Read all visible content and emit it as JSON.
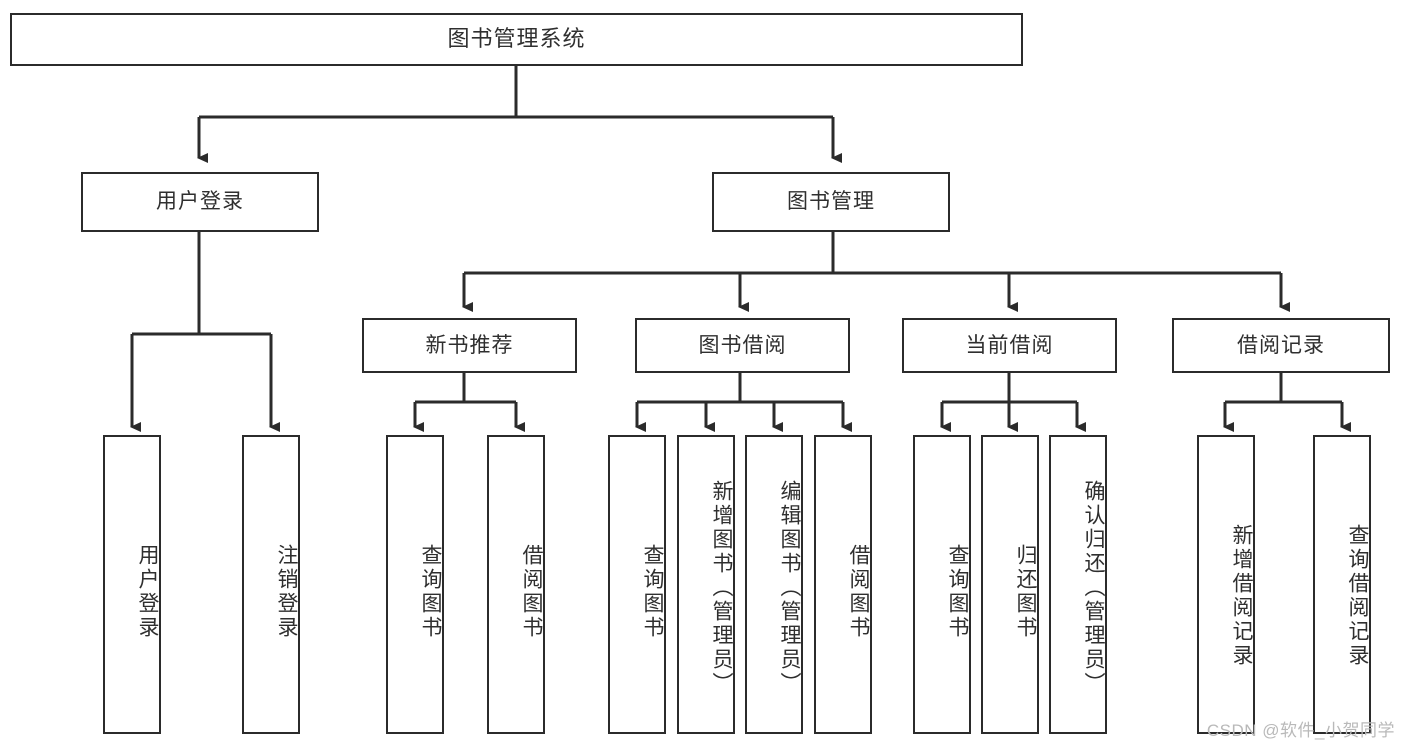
{
  "diagram": {
    "type": "tree",
    "title": "图书管理系统",
    "watermark": "CSDN @软件_小贺同学",
    "colors": {
      "box_border": "#2b2b2b",
      "box_fill": "#ffffff",
      "connector": "#2b2b2b",
      "text": "#2f2f2f",
      "watermark": "#b9b9b9",
      "background": "#ffffff"
    },
    "levels": {
      "level0": [
        {
          "id": "root",
          "label": "图书管理系统"
        }
      ],
      "level1": [
        {
          "id": "user-login",
          "label": "用户登录"
        },
        {
          "id": "book-manage",
          "label": "图书管理"
        }
      ],
      "level2": [
        {
          "id": "new-book-recommend",
          "label": "新书推荐",
          "parent": "book-manage"
        },
        {
          "id": "book-borrow",
          "label": "图书借阅",
          "parent": "book-manage"
        },
        {
          "id": "current-borrow",
          "label": "当前借阅",
          "parent": "book-manage"
        },
        {
          "id": "borrow-record",
          "label": "借阅记录",
          "parent": "book-manage"
        }
      ],
      "level3": [
        {
          "id": "leaf-user-login",
          "label": "用户登录",
          "parent": "user-login"
        },
        {
          "id": "leaf-logout-login",
          "label": "注销登录",
          "parent": "user-login"
        },
        {
          "id": "leaf-query-book-1",
          "label": "查询图书",
          "parent": "new-book-recommend"
        },
        {
          "id": "leaf-borrow-book-1",
          "label": "借阅图书",
          "parent": "new-book-recommend"
        },
        {
          "id": "leaf-query-book-2",
          "label": "查询图书",
          "parent": "book-borrow"
        },
        {
          "id": "leaf-add-book",
          "label": "新增图书（管理员）",
          "parent": "book-borrow"
        },
        {
          "id": "leaf-edit-book",
          "label": "编辑图书（管理员）",
          "parent": "book-borrow"
        },
        {
          "id": "leaf-borrow-book-2",
          "label": "借阅图书",
          "parent": "book-borrow"
        },
        {
          "id": "leaf-query-book-3",
          "label": "查询图书",
          "parent": "current-borrow"
        },
        {
          "id": "leaf-return-book",
          "label": "归还图书",
          "parent": "current-borrow"
        },
        {
          "id": "leaf-confirm-return",
          "label": "确认归还（管理员）",
          "parent": "current-borrow"
        },
        {
          "id": "leaf-add-record",
          "label": "新增借阅记录",
          "parent": "borrow-record"
        },
        {
          "id": "leaf-query-record",
          "label": "查询借阅记录",
          "parent": "borrow-record"
        }
      ]
    }
  }
}
